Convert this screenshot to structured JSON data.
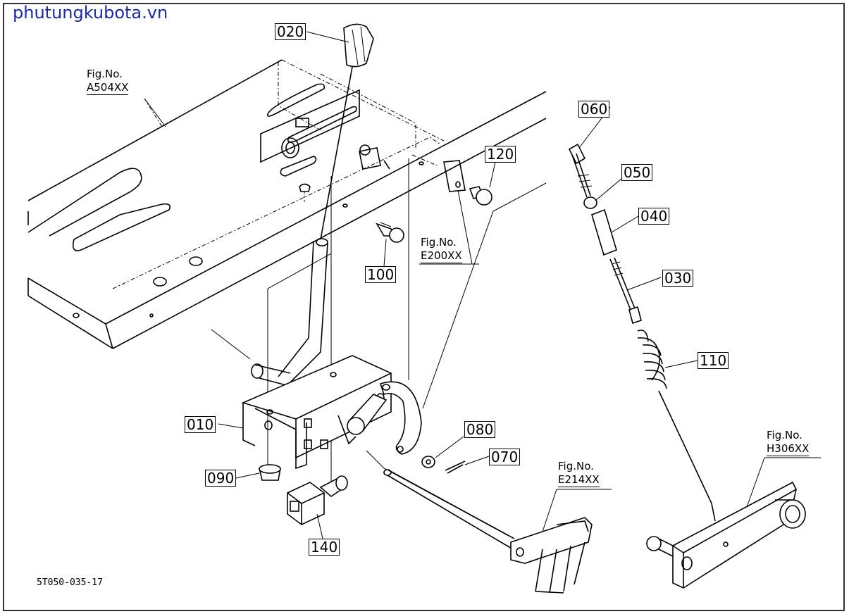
{
  "site": "phutungkubota.vn",
  "drawing_code": "5T050-035-17",
  "callouts": {
    "c010": "010",
    "c020": "020",
    "c030": "030",
    "c040": "040",
    "c050": "050",
    "c060": "060",
    "c070": "070",
    "c080": "080",
    "c090": "090",
    "c100": "100",
    "c110": "110",
    "c120": "120",
    "c140": "140"
  },
  "figrefs": {
    "a504": {
      "label": "Fig.No.",
      "code": "A504XX"
    },
    "e200": {
      "label": "Fig.No.",
      "code": "E200XX"
    },
    "e214": {
      "label": "Fig.No.",
      "code": "E214XX"
    },
    "h306": {
      "label": "Fig.No.",
      "code": "H306XX"
    }
  },
  "colors": {
    "watermark": "#1a2aa8",
    "line": "#000000",
    "background": "#ffffff"
  }
}
